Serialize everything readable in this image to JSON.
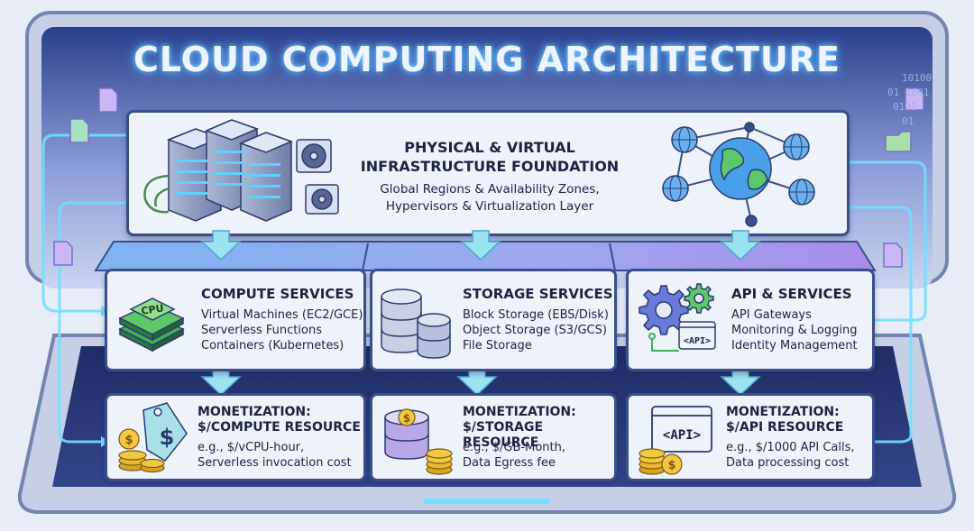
{
  "title": "CLOUD COMPUTING ARCHITECTURE",
  "foundation": {
    "heading_line1": "PHYSICAL & VIRTUAL",
    "heading_line2": "INFRASTRUCTURE FOUNDATION",
    "line1": "Global Regions & Availability Zones,",
    "line2": "Hypervisors & Virtualization Layer"
  },
  "services": [
    {
      "heading": "COMPUTE SERVICES",
      "lines": [
        "Virtual Machines (EC2/GCE)",
        "Serverless Functions",
        "Containers (Kubernetes)"
      ]
    },
    {
      "heading": "STORAGE SERVICES",
      "lines": [
        "Block Storage (EBS/Disk)",
        "Object Storage (S3/GCS)",
        "File Storage"
      ]
    },
    {
      "heading": "API & SERVICES",
      "lines": [
        "API Gateways",
        "Monitoring & Logging",
        "Identity Management"
      ]
    }
  ],
  "monetization": [
    {
      "line1": "MONETIZATION:",
      "line2": "$/COMPUTE RESOURCE",
      "lines": [
        "e.g., $/vCPU-hour,",
        "Serverless invocation cost"
      ]
    },
    {
      "line1": "MONETIZATION:",
      "line2": "$/STORAGE RESOURCE",
      "lines": [
        "e.g., $/GB-Month,",
        "Data Egress fee"
      ]
    },
    {
      "line1": "MONETIZATION:",
      "line2": "$/API RESOURCE",
      "lines": [
        "e.g., $/1000 API Calls,",
        "Data processing cost"
      ]
    }
  ],
  "icon_labels": {
    "cpu": "CPU",
    "api": "<API>",
    "dollar": "$"
  },
  "binary_text": [
    "10100",
    "01 1001",
    "0101",
    "01"
  ],
  "colors": {
    "frame": "#3a4f8a",
    "card": "#eef2fb",
    "glow": "#6fe0ff",
    "arrow": "#9be3f0",
    "purple": "#b79cf0"
  }
}
